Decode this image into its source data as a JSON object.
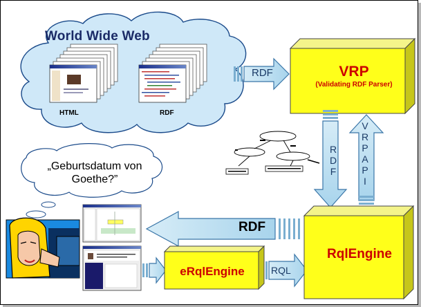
{
  "diagram": {
    "www": {
      "title": "World Wide Web",
      "html_label": "HTML",
      "rdf_label": "RDF"
    },
    "arrow_rdf_to_vrp": "RDF",
    "vrp": {
      "title": "VRP",
      "subtitle": "(Validating RDF Parser)"
    },
    "arrow_rdf_down": [
      "R",
      "D",
      "F"
    ],
    "arrow_vrpapi_up": [
      "V",
      "R",
      "P",
      "A",
      "P",
      "I"
    ],
    "question": "„Geburtsdatum von Goethe?”",
    "arrow_rdf_to_user": "RDF",
    "rql_engine": "RqlEngine",
    "erql_engine": "eRqlEngine",
    "arrow_rql": "RQL"
  }
}
